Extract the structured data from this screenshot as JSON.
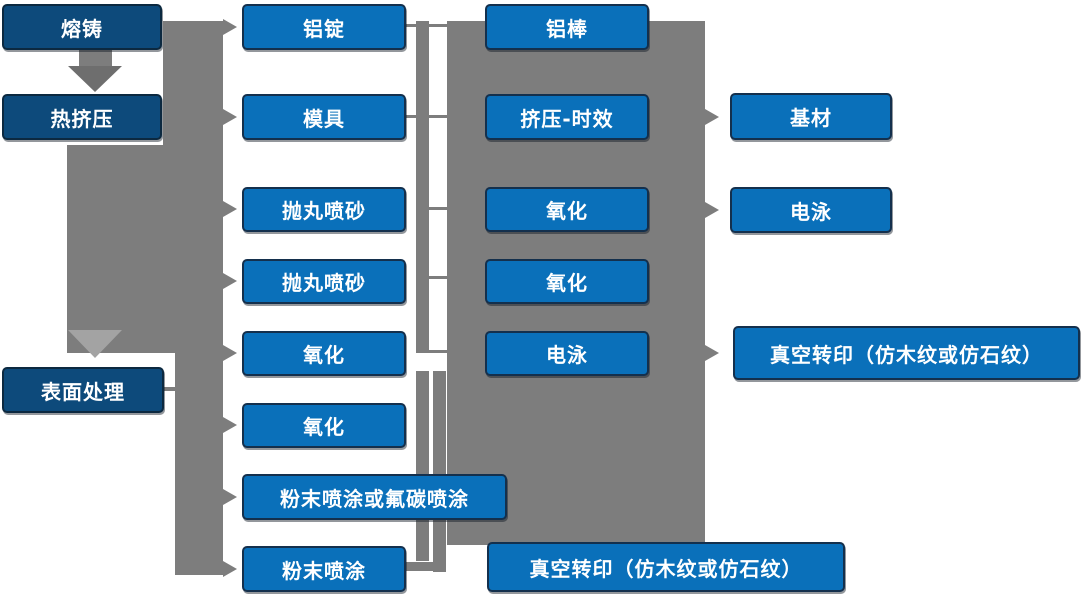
{
  "diagram_type": "process-flowchart",
  "language": "zh-CN",
  "nodes": {
    "melt_casting": {
      "label": "熔铸"
    },
    "hot_extrusion": {
      "label": "热挤压"
    },
    "surface_treatment": {
      "label": "表面处理"
    },
    "aluminum_ingot": {
      "label": "铝锭"
    },
    "mold": {
      "label": "模具"
    },
    "shot_blasting_1": {
      "label": "抛丸喷砂"
    },
    "shot_blasting_2": {
      "label": "抛丸喷砂"
    },
    "oxidation_col2_1": {
      "label": "氧化"
    },
    "oxidation_col2_2": {
      "label": "氧化"
    },
    "powder_or_fluorocarbon_coating": {
      "label": "粉末喷涂或氟碳喷涂"
    },
    "powder_coating": {
      "label": "粉末喷涂"
    },
    "aluminum_rod": {
      "label": "铝棒"
    },
    "extrusion_aging": {
      "label": "挤压-时效"
    },
    "oxidation_col3_1": {
      "label": "氧化"
    },
    "oxidation_col3_2": {
      "label": "氧化"
    },
    "electrophoresis_col3": {
      "label": "电泳"
    },
    "vacuum_transfer_col3": {
      "label": "真空转印（仿木纹或仿石纹）"
    },
    "base_material": {
      "label": "基材"
    },
    "electrophoresis_col4": {
      "label": "电泳"
    },
    "vacuum_transfer_col4": {
      "label": "真空转印（仿木纹或仿石纹）"
    }
  },
  "connections": [
    "熔铸→热挤压",
    "热挤压→表面处理",
    "熔铸/热挤压→铝锭",
    "熔铸/热挤压→模具",
    "热挤压→抛丸喷砂",
    "热挤压→抛丸喷砂",
    "热挤压→氧化",
    "表面处理→氧化",
    "表面处理→粉末喷涂或氟碳喷涂",
    "表面处理→粉末喷涂",
    "铝锭/模具→铝棒列",
    "挤压-时效→基材",
    "氧化→电泳",
    "电泳→真空转印（仿木纹或仿石纹）",
    "粉末喷涂→真空转印（仿木纹或仿石纹）"
  ],
  "colors": {
    "node_blue": "#0a70ba",
    "node_navy": "#0d4a7b",
    "node_border": "#14304d",
    "connector_gray": "#7d7d7d",
    "text": "#ffffff",
    "background": "#ffffff"
  }
}
